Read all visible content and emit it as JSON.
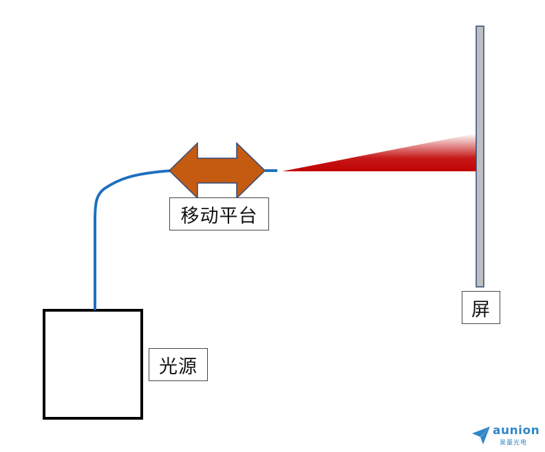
{
  "labels": {
    "stage": "移动平台",
    "source": "光源",
    "screen": "屏"
  },
  "logo": {
    "word": "aunion",
    "sub": "昊量光电"
  },
  "colors": {
    "fiber": "#1f6fbf",
    "arrow_fill": "#c55a11",
    "arrow_stroke": "#2e4a7a",
    "beam": "#c00000",
    "screen_fill": "#bfbfbf",
    "screen_stroke": "#2e4a7a",
    "source_stroke": "#000000",
    "logo": "#2f86c6"
  },
  "icons": {
    "logo": "paper-plane-icon"
  }
}
